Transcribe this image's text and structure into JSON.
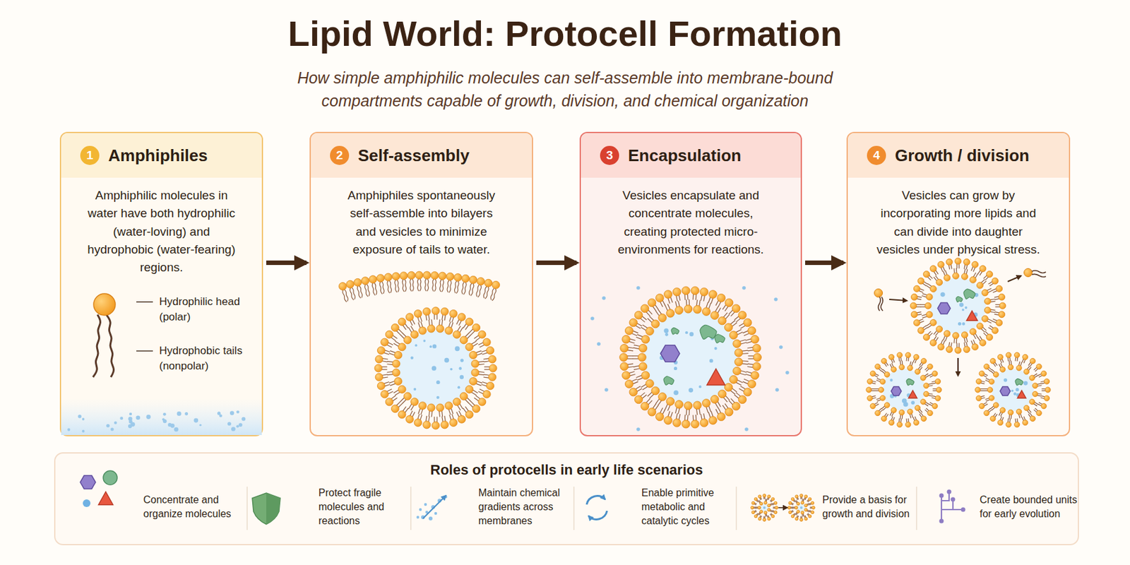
{
  "diagram": {
    "title": "Lipid World: Protocell Formation",
    "caption": "How simple amphiphilic molecules can self-assemble into membrane-bound compartments capable of growth, division, and chemical organization",
    "nodes": [
      {
        "text": [
          "1",
          "Amphiphiles",
          "Amphiphilic molecules in water have both hydrophilic (water-loving) and hydrophobic (water-fearing) regions."
        ]
      },
      {
        "text": [
          "2",
          "Self-assembly",
          "Amphiphiles spontaneously self-assemble into bilayers and vesicles to minimize exposure of tails to water."
        ]
      },
      {
        "text": [
          "3",
          "Encapsulation",
          "Vesicles encapsulate and concentrate molecules, creating protected micro-environments for reactions."
        ]
      },
      {
        "text": [
          "4",
          "Growth / division",
          "Vesicles can grow by incorporating more lipids and can divide into daughter vesicles under physical stress."
        ]
      },
      {
        "text": [
          "Roles of protocells in early life scenarios"
        ]
      },
      {
        "text": [
          "Concentrate and organize molecules"
        ],
        "in": 4
      },
      {
        "text": [
          "Protect fragile molecules and reactions"
        ],
        "in": 4
      },
      {
        "text": [
          "Maintain chemical gradients across membranes"
        ],
        "in": 4
      },
      {
        "text": [
          "Enable primitive metabolic and catalytic cycles"
        ],
        "in": 4
      },
      {
        "text": [
          "Provide a basis for growth and division"
        ],
        "in": 4
      },
      {
        "text": [
          "Create bounded units for early evolution"
        ],
        "in": 4
      }
    ],
    "edges": [
      {
        "from": 0,
        "to": 1,
        "arrow": "to"
      },
      {
        "from": 1,
        "to": 2,
        "arrow": "to"
      },
      {
        "from": 2,
        "to": 3,
        "arrow": "to"
      }
    ],
    "labels": [
      "Hydrophilic head (polar)",
      "Hydrophobic tails (nonpolar)"
    ]
  }
}
